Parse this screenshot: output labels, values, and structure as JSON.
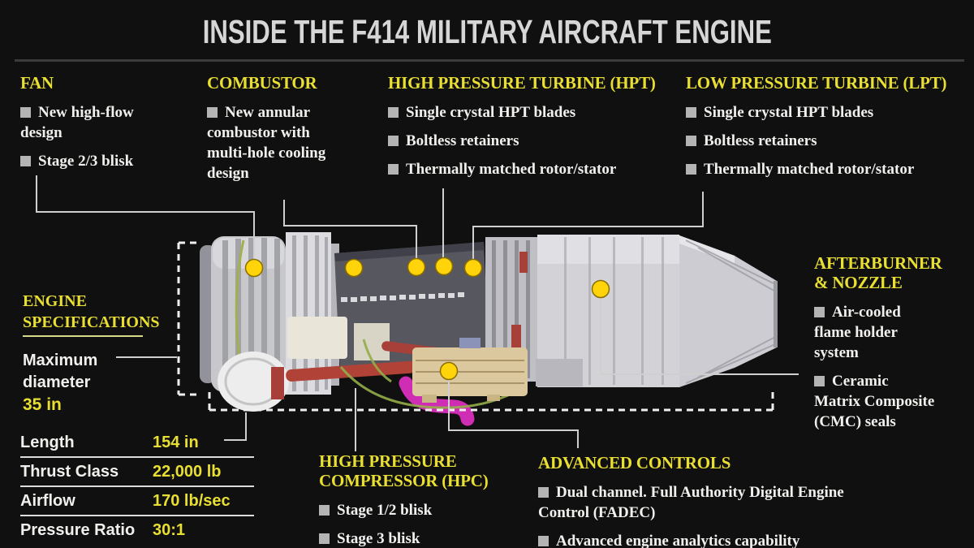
{
  "title": "INSIDE THE F414 MILITARY AIRCRAFT ENGINE",
  "colors": {
    "bg": "#101010",
    "title": "#d6d6d6",
    "rule": "#3c3c3c",
    "yellow": "#e9df33",
    "white": "#f1f0ed",
    "bullet": "#b4b4b4",
    "leader": "#cfcfcf",
    "dash": "#efefef",
    "dot": "#ffd40a",
    "dotring": "#8a6d00",
    "underline": "#d9d98c",
    "divider": "#dcdcdc"
  },
  "sections": {
    "fan": {
      "heading": "FAN",
      "items": [
        "New high-flow design",
        "Stage 2/3 blisk"
      ]
    },
    "combustor": {
      "heading": "COMBUSTOR",
      "items": [
        "New annular combustor with multi-hole cooling design"
      ]
    },
    "hpt": {
      "heading": "HIGH PRESSURE TURBINE (HPT)",
      "items": [
        "Single crystal HPT blades",
        "Boltless retainers",
        "Thermally matched rotor/stator"
      ]
    },
    "lpt": {
      "heading": "LOW PRESSURE TURBINE (LPT)",
      "items": [
        "Single crystal HPT blades",
        "Boltless retainers",
        "Thermally matched rotor/stator"
      ]
    },
    "hpc": {
      "heading": "HIGH PRESSURE COMPRESSOR (HPC)",
      "items": [
        "Stage 1/2 blisk",
        "Stage 3 blisk"
      ]
    },
    "advanced_controls": {
      "heading": "ADVANCED CONTROLS",
      "items": [
        "Dual channel. Full Authority Digital Engine Control (FADEC)",
        "Advanced engine analytics capability"
      ]
    },
    "afterburner": {
      "heading": "AFTERBURNER & NOZZLE",
      "items": [
        "Air-cooled flame holder system",
        "Ceramic Matrix Composite (CMC) seals"
      ]
    }
  },
  "engine_specifications": {
    "heading": "ENGINE SPECIFICATIONS",
    "max_diameter_label": "Maximum diameter",
    "max_diameter_value": "35 in",
    "table": [
      {
        "label": "Length",
        "value": "154 in"
      },
      {
        "label": "Thrust Class",
        "value": "22,000 lb"
      },
      {
        "label": "Airflow",
        "value": "170 lb/sec"
      },
      {
        "label": "Pressure Ratio",
        "value": "30:1"
      }
    ]
  }
}
